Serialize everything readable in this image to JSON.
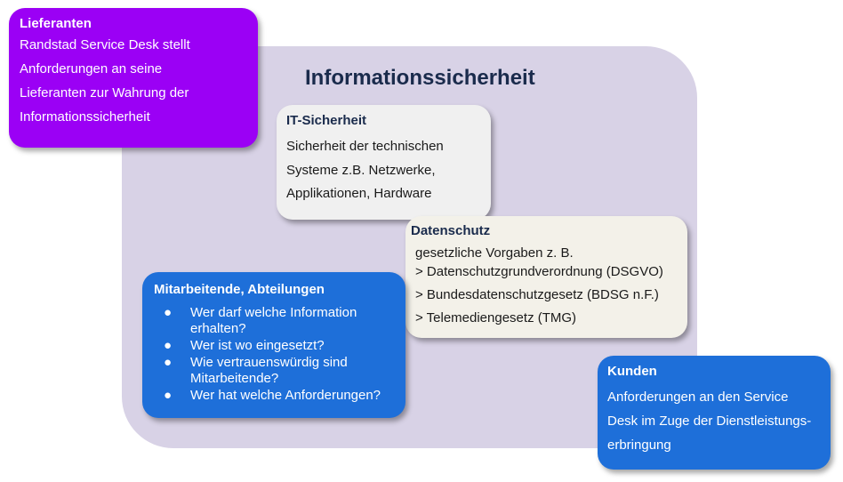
{
  "main": {
    "title": "Informationssicherheit"
  },
  "lieferanten": {
    "title": "Lieferanten",
    "lines": [
      "Randstad Service Desk stellt",
      "Anforderungen an seine",
      "Lieferanten zur Wahrung der",
      "Informationssicherheit"
    ]
  },
  "it_sicherheit": {
    "title": "IT-Sicherheit",
    "lines": [
      "Sicherheit der technischen",
      "Systeme z.B. Netzwerke,",
      "Applikationen, Hardware"
    ]
  },
  "datenschutz": {
    "title": "Datenschutz",
    "lines": [
      "gesetzliche Vorgaben z. B.",
      "> Datenschutzgrundverordnung  (DSGVO)",
      "> Bundesdatenschutzgesetz (BDSG n.F.)",
      "> Telemediengesetz (TMG)"
    ]
  },
  "mitarbeitende": {
    "title": "Mitarbeitende, Abteilungen",
    "bullet": "●",
    "items": [
      "Wer darf welche Information erhalten?",
      "Wer ist wo eingesetzt?",
      "Wie vertrauenswürdig sind Mitarbeitende?",
      "Wer hat welche Anforderungen?"
    ]
  },
  "kunden": {
    "title": "Kunden",
    "lines": [
      "Anforderungen an den Service",
      "Desk im Zuge der Dienstleistungs-",
      "erbringung"
    ]
  },
  "colors": {
    "area_bg": "#d8d2e6",
    "lieferanten_bg": "#9b00f5",
    "blue_bg": "#1e6fd9",
    "gray_bg": "#f0f0f0",
    "cream_bg": "#f3f1e9"
  }
}
